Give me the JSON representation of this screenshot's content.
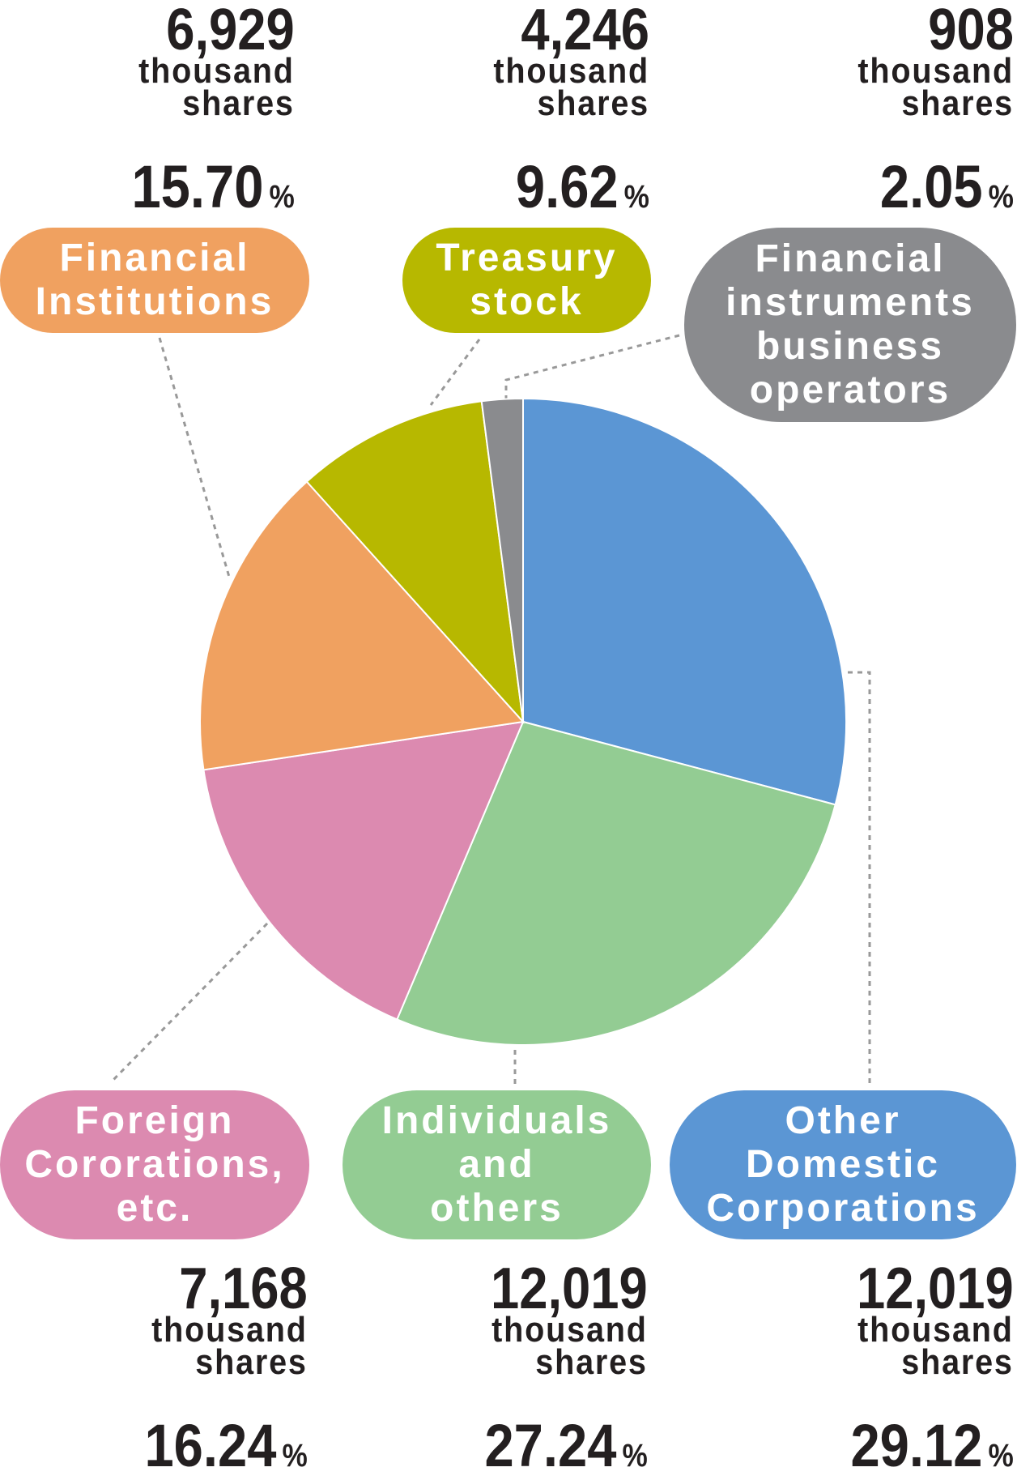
{
  "chart_data": {
    "type": "pie",
    "title": "",
    "start": "top",
    "direction": "clockwise",
    "slices": [
      {
        "label": "Other Domestic Corporations",
        "shares": "12,019",
        "unit_line1": "thousand",
        "unit_line2": "shares",
        "percent": "29.12",
        "value": 29.12,
        "color": "#5b96d4"
      },
      {
        "label": "Individuals and others",
        "shares": "12,019",
        "unit_line1": "thousand",
        "unit_line2": "shares",
        "percent": "27.24",
        "value": 27.24,
        "color": "#93cc93"
      },
      {
        "label": "Foreign Cororations, etc.",
        "shares": "7,168",
        "unit_line1": "thousand",
        "unit_line2": "shares",
        "percent": "16.24",
        "value": 16.24,
        "color": "#dc8ab0"
      },
      {
        "label": "Financial Institutions",
        "shares": "6,929",
        "unit_line1": "thousand",
        "unit_line2": "shares",
        "percent": "15.70",
        "value": 15.7,
        "color": "#f0a160"
      },
      {
        "label": "Treasury stock",
        "shares": "4,246",
        "unit_line1": "thousand",
        "unit_line2": "shares",
        "percent": "9.62",
        "value": 9.62,
        "color": "#b7b800"
      },
      {
        "label": "Financial instruments business operators",
        "shares": "908",
        "unit_line1": "thousand",
        "unit_line2": "shares",
        "percent": "2.05",
        "value": 2.05,
        "color": "#8a8b8e"
      }
    ],
    "percent_sign": "%"
  },
  "pills": {
    "other": [
      "Other",
      "Domestic",
      "Corporations"
    ],
    "indiv": [
      "Individuals",
      "and",
      "others"
    ],
    "foreign": [
      "Foreign",
      "Cororations,",
      "etc."
    ],
    "fininst": [
      "Financial",
      "Institutions"
    ],
    "treasury": [
      "Treasury",
      "stock"
    ],
    "fininstr": [
      "Financial",
      "instruments",
      "business",
      "operators"
    ]
  }
}
